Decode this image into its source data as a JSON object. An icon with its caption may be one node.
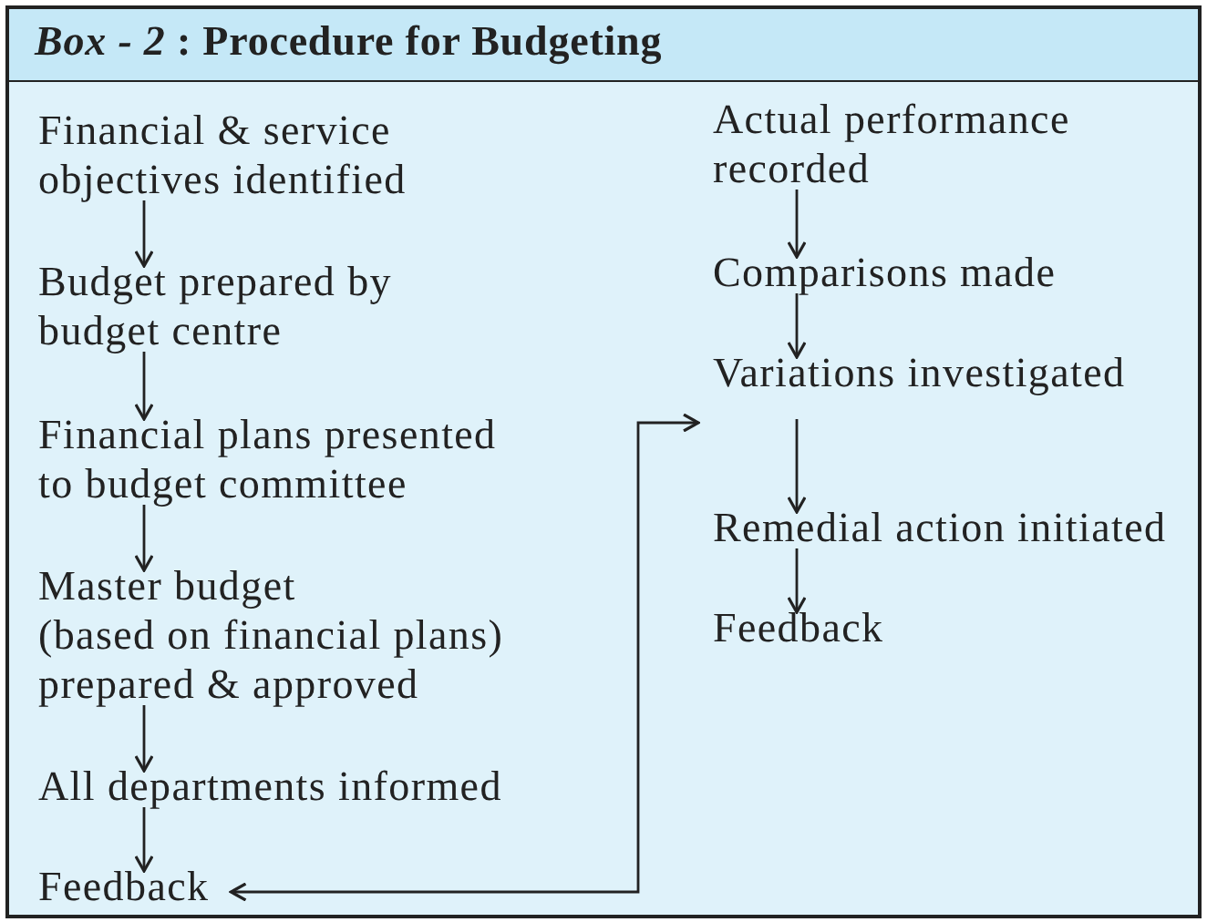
{
  "diagram": {
    "title": "*Box - 2* : Procedure for Budgeting",
    "nodes": [
      {
        "text": [
          "Financial & service objectives identified"
        ]
      },
      {
        "text": [
          "Budget prepared by budget centre"
        ]
      },
      {
        "text": [
          "Financial plans presented to budget committee"
        ]
      },
      {
        "text": [
          "Master budget (based on financial plans) prepared & approved"
        ]
      },
      {
        "text": [
          "All departments informed"
        ]
      },
      {
        "text": [
          "Feedback"
        ]
      },
      {
        "text": [
          "Actual performance recorded"
        ]
      },
      {
        "text": [
          "Comparisons made"
        ]
      },
      {
        "text": [
          "Variations investigated"
        ]
      },
      {
        "text": [
          "Remedial action initiated"
        ]
      },
      {
        "text": [
          "Feedback"
        ]
      }
    ],
    "edges": [
      {
        "from": 0,
        "to": 1,
        "arrow": "to"
      },
      {
        "from": 1,
        "to": 2,
        "arrow": "to"
      },
      {
        "from": 2,
        "to": 3,
        "arrow": "to"
      },
      {
        "from": 3,
        "to": 4,
        "arrow": "to"
      },
      {
        "from": 4,
        "to": 5,
        "arrow": "to"
      },
      {
        "from": 5,
        "to": 8,
        "arrow": "both"
      },
      {
        "from": 6,
        "to": 7,
        "arrow": "to"
      },
      {
        "from": 7,
        "to": 8,
        "arrow": "to"
      },
      {
        "from": 8,
        "to": 9,
        "arrow": "to"
      },
      {
        "from": 9,
        "to": 10,
        "arrow": "to"
      }
    ]
  }
}
